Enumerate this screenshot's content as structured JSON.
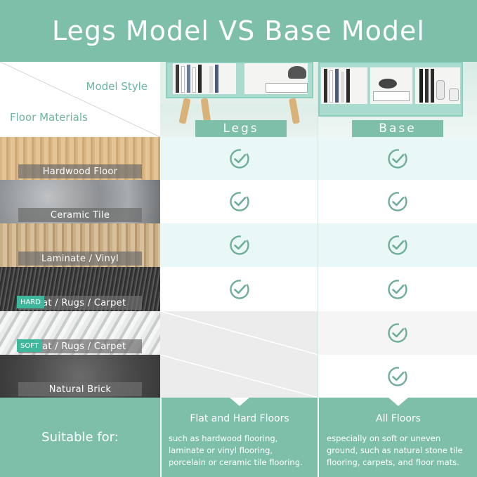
{
  "title": "Legs Model  VS Base Model",
  "header": {
    "model_style_label": "Model Style",
    "floor_materials_label": "Floor Materials",
    "legs_label": "Legs",
    "base_label": "Base"
  },
  "rows": [
    {
      "material": "Hardwood Floor",
      "tag": "",
      "legs": true,
      "base": true
    },
    {
      "material": "Ceramic Tile",
      "tag": "",
      "legs": true,
      "base": true
    },
    {
      "material": "Laminate / Vinyl",
      "tag": "",
      "legs": true,
      "base": true
    },
    {
      "material": "Mat / Rugs / Carpet",
      "tag": "HARD",
      "legs": true,
      "base": true
    },
    {
      "material": "Mat / Rugs / Carpet",
      "tag": "SOFT",
      "legs": false,
      "base": true
    },
    {
      "material": "Natural Brick",
      "tag": "",
      "legs": false,
      "base": true
    }
  ],
  "footer": {
    "suitable_label": "Suitable for:",
    "legs_title": "Flat and Hard Floors",
    "legs_desc": "such as hardwood flooring, laminate or vinyl flooring, porcelain or ceramic tile flooring.",
    "base_title": "All Floors",
    "base_desc": "especially on soft or uneven ground, such as natural stone tile flooring, carpets, and floor mats."
  },
  "colors": {
    "accent": "#7dbfa8",
    "check": "#6fae98",
    "tag": "#3fb79c"
  }
}
